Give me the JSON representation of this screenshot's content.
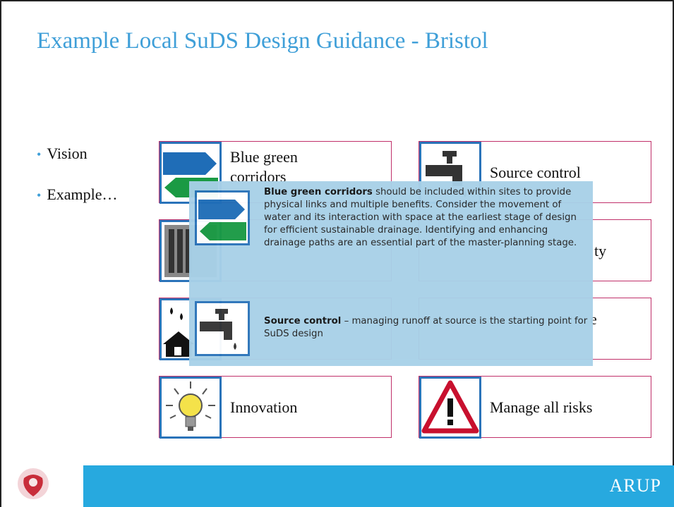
{
  "title": "Example Local SuDS Design Guidance - Bristol",
  "bullets": [
    "Vision",
    "Example…"
  ],
  "cards": {
    "blue_green": {
      "label_line1": "Blue green",
      "label_line2": "corridors"
    },
    "source_control": {
      "label": "Source control"
    },
    "quality": {
      "label": "ty"
    },
    "amenity": {
      "label": "e"
    },
    "innovation": {
      "label": "Innovation"
    },
    "risks": {
      "label": "Manage all risks"
    }
  },
  "popup": {
    "blue_green_bold": "Blue green corridors",
    "blue_green_text": " should be included within sites to provide physical links and multiple benefits. Consider the movement of water and its interaction with space at the earliest stage of design for efficient sustainable drainage. Identifying and enhancing drainage paths are an essential part of the master-planning stage.",
    "source_control_bold": "Source control",
    "source_control_text": " – managing runoff at source is the starting point for SuDS design"
  },
  "footer": {
    "brand": "ARUP"
  },
  "colors": {
    "accent": "#3f9fd8",
    "footer": "#27a9df",
    "card_border": "#c0306a",
    "icon_border": "#2a73b9",
    "popup_bg": "#a8d1e8"
  }
}
